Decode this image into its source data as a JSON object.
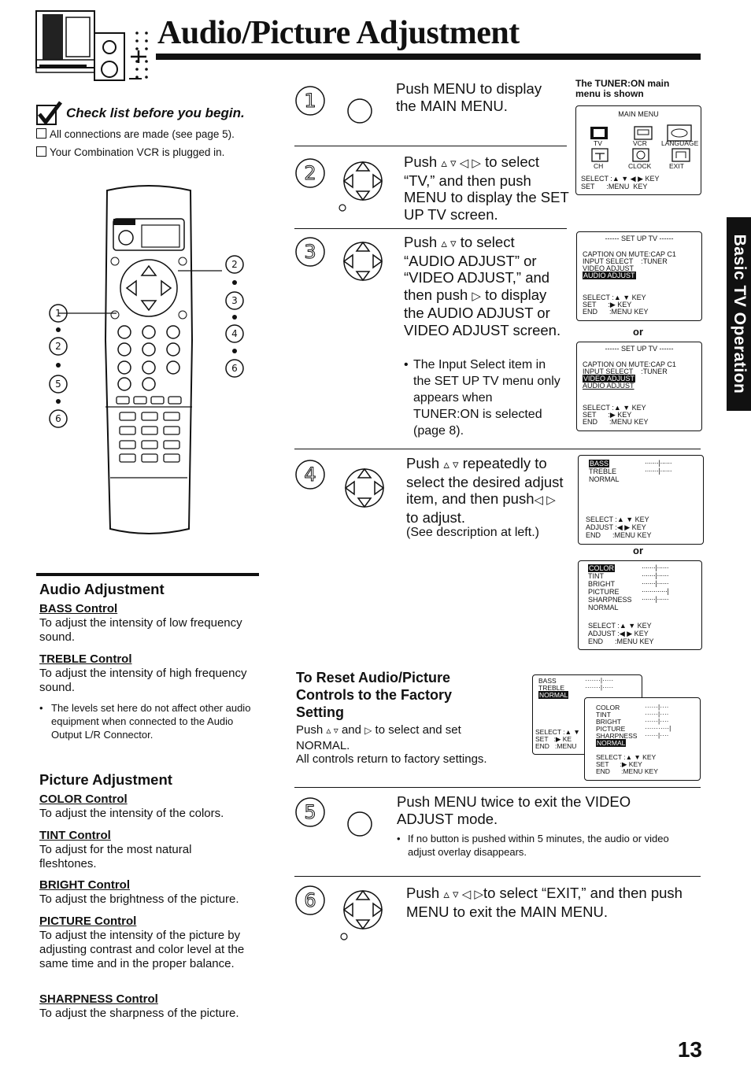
{
  "header": {
    "title": "Audio/Picture Adjustment"
  },
  "checklist": {
    "title": "Check list before you begin.",
    "items": [
      "All connections are made (see page 5).",
      "Your Combination VCR is plugged in."
    ]
  },
  "audio": {
    "heading": "Audio Adjustment",
    "bass_title": "BASS Control",
    "bass_desc": "To adjust the intensity of low frequency sound.",
    "treble_title": "TREBLE Control",
    "treble_desc": "To adjust the intensity of high frequency sound.",
    "note": "The levels set here do not affect other audio equipment when connected to the Audio Output L/R Connector."
  },
  "picture": {
    "heading": "Picture Adjustment",
    "color_title": "COLOR Control",
    "color_desc": "To adjust the intensity of the colors.",
    "tint_title": "TINT Control",
    "tint_desc": "To adjust for the most natural fleshtones.",
    "bright_title": "BRIGHT Control",
    "bright_desc": "To adjust the brightness of the picture.",
    "pic_title": "PICTURE Control",
    "pic_desc": "To adjust the intensity of the picture by adjusting contrast and color level at the same time and in the proper balance.",
    "sharp_title": "SHARPNESS Control",
    "sharp_desc": "To adjust the sharpness of the picture."
  },
  "steps": {
    "s1": "Push MENU to display the MAIN MENU.",
    "s1_note": "The TUNER:ON main menu is shown",
    "s2_line1": "to",
    "s2_rest": "select “TV,” and then push MENU to display the SET UP TV screen.",
    "s3_line1": "to select",
    "s3_rest": "“AUDIO ADJUST” or “VIDEO ADJUST,” and then push",
    "s3_rest2": "display the AUDIO ADJUST or VIDEO ADJUST screen.",
    "s3_note": "The Input Select item in the SET UP TV menu only appears when TUNER:ON is selected (page 8).",
    "s4_line1": "repeatedly",
    "s4_rest": "to select the desired adjust item, and then push",
    "s4_rest2": "(See description at left.)",
    "s5": "Push MENU twice to exit the VIDEO ADJUST mode.",
    "s5_note": "If no button is pushed within 5 minutes, the audio or video adjust overlay disappears.",
    "s6_line1": "to select  “EXIT,” and then",
    "s6_rest": "push MENU to exit the MAIN MENU.",
    "push": "Push",
    "to": "to",
    "to_adjust": "to adjust.",
    "or": "or"
  },
  "reset": {
    "heading": "To Reset Audio/Picture Controls to the Factory Setting",
    "line1": "and",
    "line1b": "to select and set",
    "line2": "NORMAL.",
    "line3": "All controls return to factory settings."
  },
  "main_menu": {
    "title": "MAIN MENU",
    "labels": [
      "TV",
      "VCR",
      "LANGUAGE",
      "CH",
      "CLOCK",
      "EXIT"
    ],
    "select": "SELECT :▲ ▼ ◀ ▶ KEY",
    "set": "SET      :MENU  KEY"
  },
  "setup_a": {
    "title": "------ SET UP TV ------",
    "l1": "CAPTION ON MUTE:CAP C1",
    "l2": "INPUT SELECT    :TUNER",
    "l3": "VIDEO ADJUST",
    "l4": "AUDIO ADJUST",
    "select": "SELECT :▲ ▼ KEY",
    "set": "SET      :▶ KEY",
    "end": "END      :MENU KEY"
  },
  "audio_screen": {
    "l1": "BASS",
    "l2": "TREBLE",
    "l3": "NORMAL",
    "select": "SELECT :▲ ▼ KEY",
    "adjust": "ADJUST :◀ ▶ KEY",
    "end": "END      :MENU KEY"
  },
  "video_screen": {
    "l1": "COLOR",
    "l2": "TINT",
    "l3": "BRIGHT",
    "l4": "PICTURE",
    "l5": "SHARPNESS",
    "l6": "NORMAL",
    "select": "SELECT :▲ ▼ KEY",
    "adjust": "ADJUST :◀ ▶ KEY",
    "end": "END      :MENU KEY"
  },
  "side_tab": "Basic TV Operation",
  "page_number": "13"
}
